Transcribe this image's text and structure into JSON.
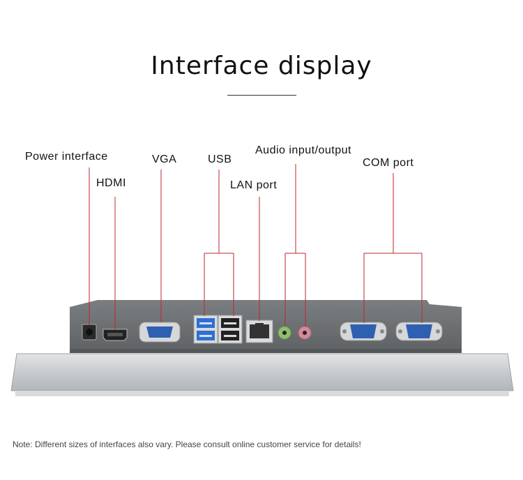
{
  "title": "Interface display",
  "labels": {
    "power": "Power interface",
    "hdmi": "HDMI",
    "vga": "VGA",
    "usb": "USB",
    "lan": "LAN port",
    "audio": "Audio input/output",
    "com": "COM port"
  },
  "note": "Note: Different sizes of interfaces also vary. Please consult online customer service for details!",
  "colors": {
    "leader_line": "#c0252b",
    "panel_body": "#6f7275",
    "bezel": "#c9cccf",
    "port_blue": "#2f5fb0",
    "audio_green": "#8fbf6e",
    "audio_pink": "#d48a99"
  }
}
